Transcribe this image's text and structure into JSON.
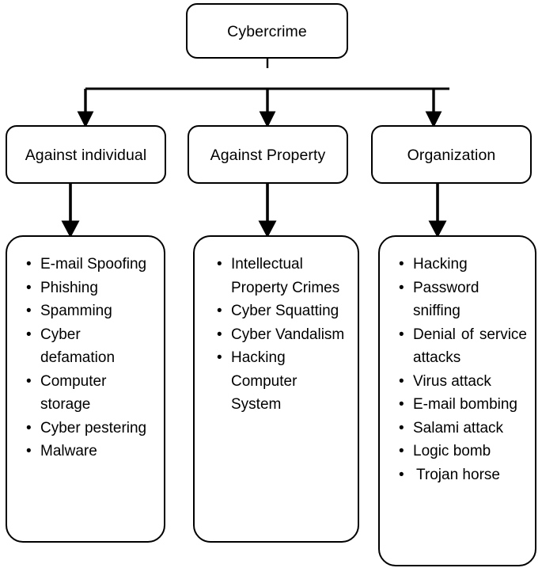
{
  "diagram": {
    "title": "Cybercrime",
    "root": {
      "label": "Cybercrime"
    },
    "categories": [
      {
        "label": "Against individual",
        "items": [
          "E-mail Spoofing",
          "Phishing",
          "Spamming",
          "Cyber defamation",
          "Computer storage",
          "Cyber pestering",
          "Malware"
        ]
      },
      {
        "label": "Against Property",
        "items": [
          "Intellectual Property Crimes",
          "Cyber Squatting",
          "Cyber Vandalism",
          "Hacking Computer System"
        ]
      },
      {
        "label": "Organization",
        "items": [
          "Hacking",
          "Password sniffing",
          "Denial of service attacks",
          "Virus attack",
          "E-mail bombing",
          "Salami attack",
          "Logic bomb",
          " Trojan horse"
        ]
      }
    ],
    "colors": {
      "stroke": "#000000",
      "fill": "#ffffff",
      "text": "#000000"
    }
  }
}
